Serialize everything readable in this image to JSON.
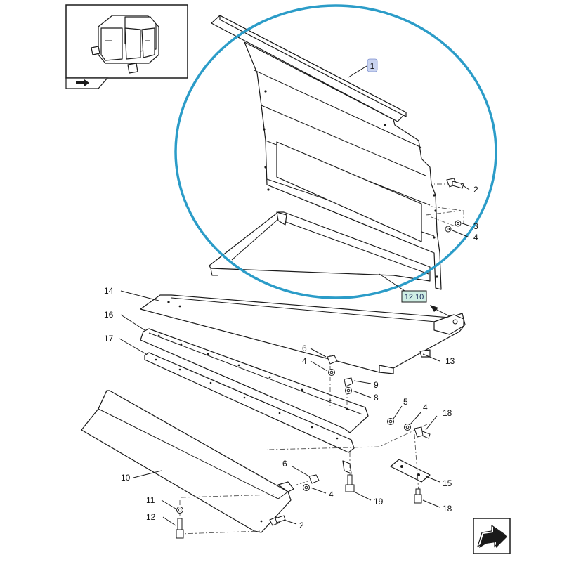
{
  "diagram": {
    "labels": {
      "l1": "1",
      "l2a": "2",
      "l3": "3",
      "l4a": "4",
      "l13": "13",
      "l14": "14",
      "l16": "16",
      "l17": "17",
      "l6a": "6",
      "l4b": "4",
      "l9": "9",
      "l8": "8",
      "l5": "5",
      "l4c": "4",
      "l18a": "18",
      "l15": "15",
      "l10": "10",
      "l6b": "6",
      "l4d": "4",
      "l19": "19",
      "l11": "11",
      "l12": "12",
      "l2b": "2",
      "l18b": "18"
    },
    "reference_tag": "12.10",
    "colors": {
      "highlight": "#2b9cc8",
      "line": "#1a1a1a",
      "label_box": "#c9d3ef",
      "ref_box": "#cfeee4"
    },
    "icons": {
      "thumbnail": "machine-thumbnail",
      "nav_left": "flip-arrow-icon",
      "nav_right": "next-page-arrow-icon"
    }
  }
}
